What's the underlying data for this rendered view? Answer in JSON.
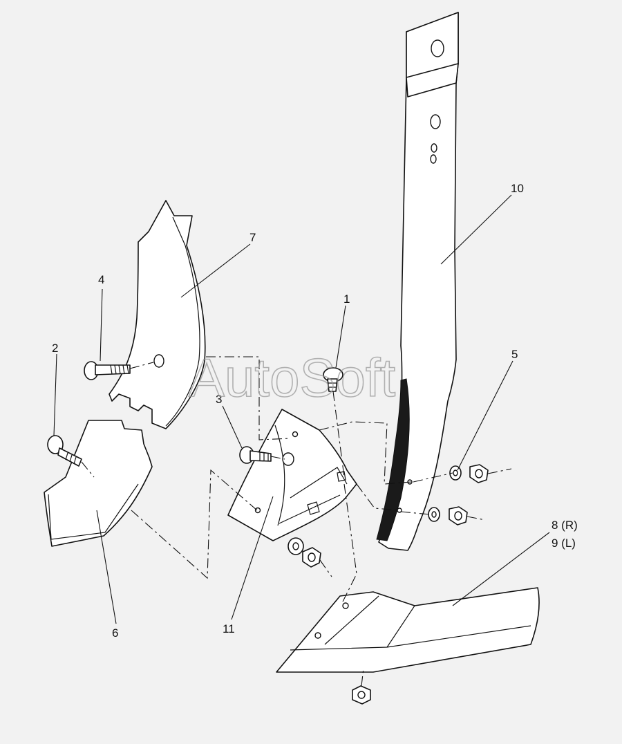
{
  "watermark": "AutoSoft",
  "callouts": {
    "c1": "1",
    "c2": "2",
    "c3": "3",
    "c4": "4",
    "c5": "5",
    "c6": "6",
    "c7": "7",
    "c8": "8 (R)",
    "c9": "9 (L)",
    "c10": "10",
    "c11": "11"
  },
  "colors": {
    "background": "#f2f2f2",
    "line": "#111111",
    "watermark": "#9a9a9a"
  }
}
